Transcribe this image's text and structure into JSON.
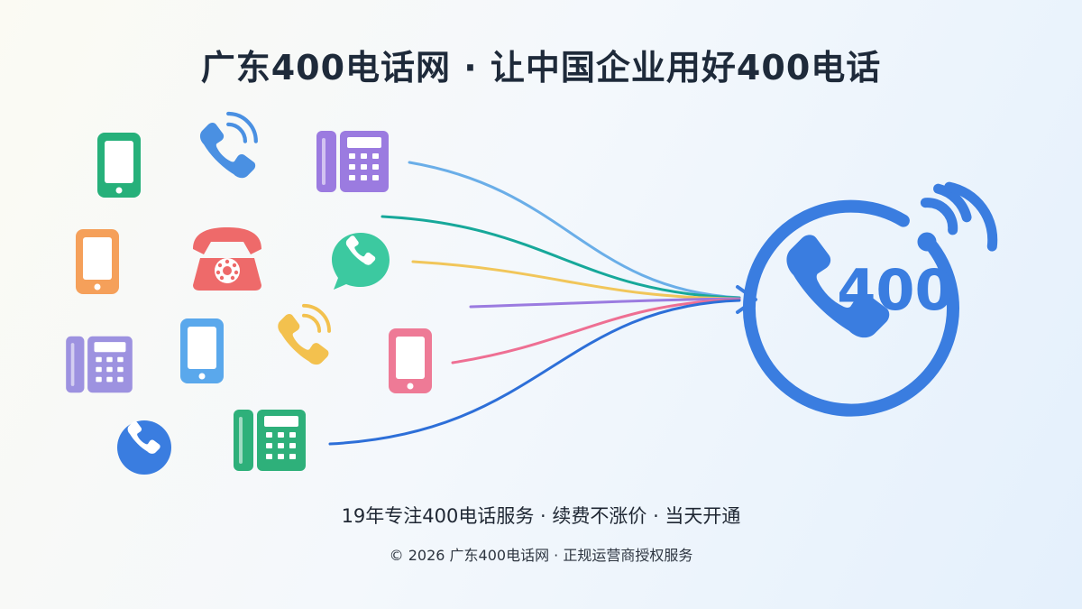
{
  "header": {
    "title": "广东400电话网 · 让中国企业用好400电话"
  },
  "illustration": {
    "badge_text": "400",
    "brand_color": "#3a7de0",
    "icons": [
      {
        "name": "mobile-phone-icon",
        "color": "#26b07a"
      },
      {
        "name": "phone-handset-waves-icon",
        "color": "#4a90e2"
      },
      {
        "name": "desk-phone-icon",
        "color": "#9b7be0"
      },
      {
        "name": "mobile-phone-icon",
        "color": "#f5a05a"
      },
      {
        "name": "rotary-phone-icon",
        "color": "#ee6a6a"
      },
      {
        "name": "chat-phone-bubble-icon",
        "color": "#3cc9a0"
      },
      {
        "name": "desk-phone-icon",
        "color": "#9d92e0"
      },
      {
        "name": "mobile-phone-icon",
        "color": "#5aa8ec"
      },
      {
        "name": "phone-handset-waves-icon",
        "color": "#f3c14e"
      },
      {
        "name": "mobile-phone-icon",
        "color": "#ee7a96"
      },
      {
        "name": "phone-circle-icon",
        "color": "#3a7de0"
      },
      {
        "name": "desk-phone-icon",
        "color": "#2eb07a"
      }
    ],
    "streams": [
      {
        "color": "#6aaee8"
      },
      {
        "color": "#17a89a"
      },
      {
        "color": "#f1c65a"
      },
      {
        "color": "#9b7be0"
      },
      {
        "color": "#ee6f93"
      },
      {
        "color": "#2d6fd8"
      }
    ]
  },
  "footer": {
    "tagline": "19年专注400电话服务 · 续费不涨价 · 当天开通",
    "copyright": "© 2026 广东400电话网 · 正规运营商授权服务"
  }
}
